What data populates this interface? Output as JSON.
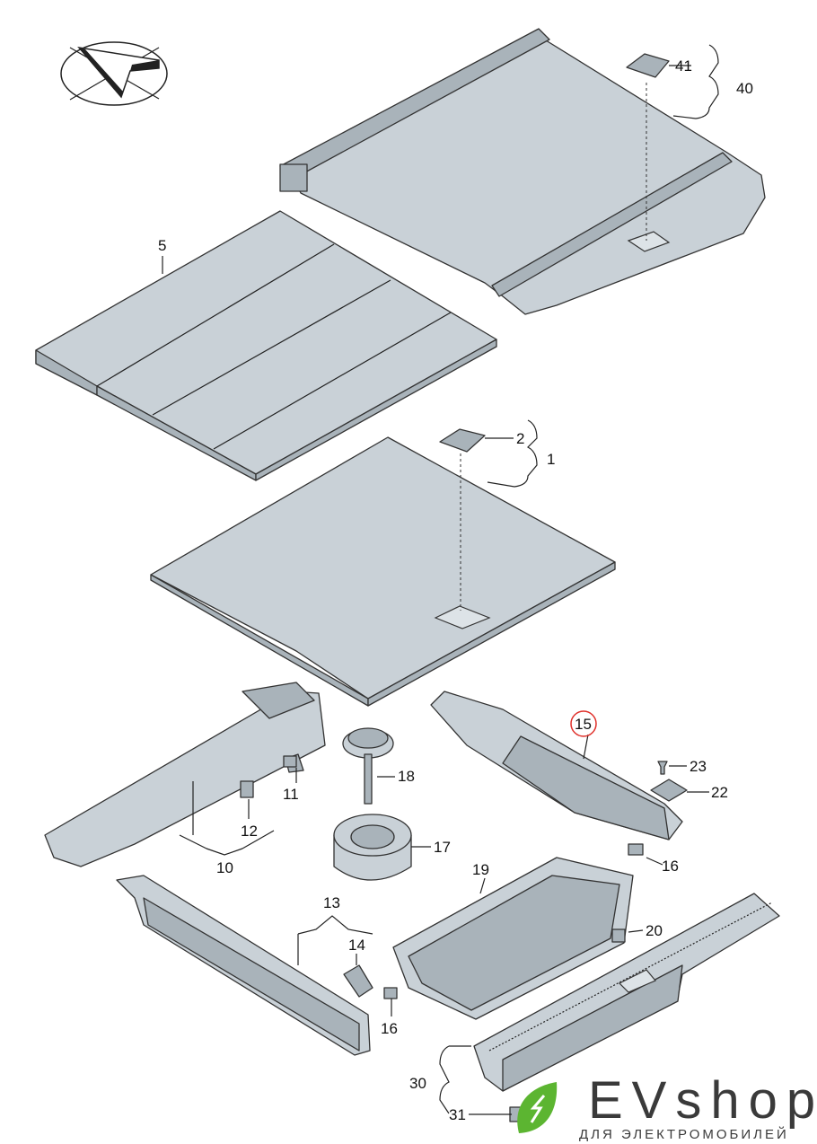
{
  "diagram": {
    "callouts": {
      "p1": "1",
      "p2": "2",
      "p5": "5",
      "p10": "10",
      "p11": "11",
      "p12": "12",
      "p13": "13",
      "p14": "14",
      "p15": "15",
      "p16a": "16",
      "p16b": "16",
      "p17": "17",
      "p18": "18",
      "p19": "19",
      "p20": "20",
      "p22": "22",
      "p23": "23",
      "p30": "30",
      "p31": "31",
      "p40": "40",
      "p41": "41"
    },
    "highlight_color": "#e0302a",
    "part_color": "#c9d1d7"
  },
  "logo": {
    "name": "EVshop",
    "tagline": "ДЛЯ ЭЛЕКТРОМОБИЛЕЙ",
    "leaf_color": "#5cb531"
  }
}
